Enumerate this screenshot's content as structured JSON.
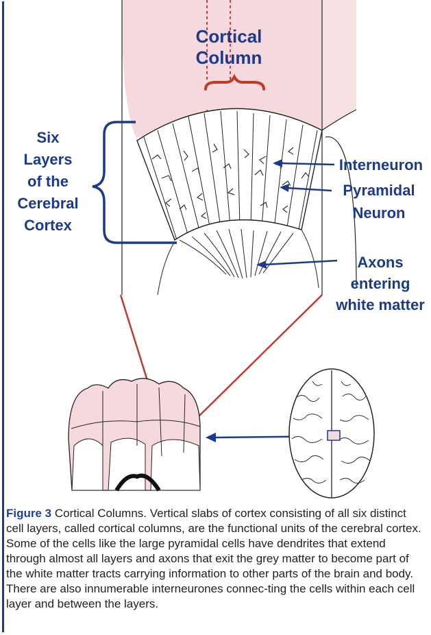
{
  "diagram": {
    "labels": {
      "cortical_column": [
        "Cortical",
        "Column"
      ],
      "six_layers": [
        "Six",
        "Layers",
        "of the",
        "Cerebral",
        "Cortex"
      ],
      "interneuron": "Interneuron",
      "pyramidal_neuron": [
        "Pyramidal",
        "Neuron"
      ],
      "axons": [
        "Axons",
        "entering",
        "white matter"
      ]
    },
    "colors": {
      "label_blue": "#1b3a8c",
      "connector_red": "#c0392b",
      "cortex_pink": "#f6d9dc",
      "column_red": "#d23b3b"
    }
  },
  "caption": {
    "figure_label": "Figure 3",
    "text": " Cortical Columns. Vertical slabs of cortex consisting of all six distinct cell layers, called cortical columns, are the functional units of the cerebral cortex. Some of the cells like the large pyramidal cells have dendrites that extend through almost all layers and axons that exit the grey matter to become part of the white matter tracts carrying information to other parts of the brain and body. There are also innumerable interneurones connec-ting the cells within each cell layer and between the layers."
  }
}
